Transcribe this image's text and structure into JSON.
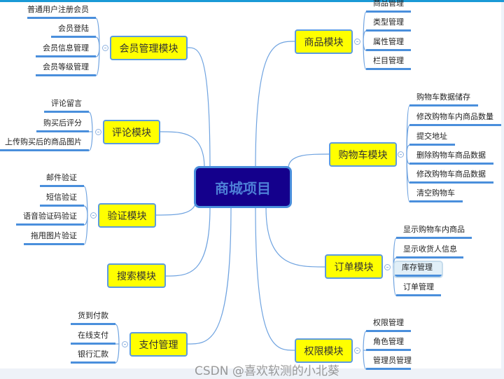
{
  "center": "商城项目",
  "modules": {
    "member": {
      "label": "会员管理模块",
      "items": [
        "普通用户注册会员",
        "会员登陆",
        "会员信息管理",
        "会员等级管理"
      ]
    },
    "comment": {
      "label": "评论模块",
      "items": [
        "评论留言",
        "购买后评分",
        "上传购买后的商品图片"
      ]
    },
    "verify": {
      "label": "验证模块",
      "items": [
        "邮件验证",
        "短信验证",
        "语音验证码验证",
        "拖甩图片验证"
      ]
    },
    "search": {
      "label": "搜索模块"
    },
    "payment": {
      "label": "支付管理",
      "items": [
        "货到付款",
        "在线支付",
        "银行汇款"
      ]
    },
    "product": {
      "label": "商品模块",
      "items": [
        "商品管理",
        "类型管理",
        "属性管理",
        "栏目管理"
      ]
    },
    "cart": {
      "label": "购物车模块",
      "items": [
        "购物车数据储存",
        "修改购物车内商品数量",
        "提交地址",
        "删除购物车商品数据",
        "修改购物车商品数据",
        "清空购物车"
      ]
    },
    "order": {
      "label": "订单模块",
      "items": [
        "显示购物车内商品",
        "显示收货人信息",
        "库存管理",
        "订单管理"
      ]
    },
    "permission": {
      "label": "权限模块",
      "items": [
        "权限管理",
        "角色管理",
        "管理员管理"
      ]
    }
  },
  "watermark": "CSDN @喜欢软测的小北葵",
  "colors": {
    "module_fill": "#ffff00",
    "center_fill": "#14008c",
    "line": "#4a8fdc"
  }
}
